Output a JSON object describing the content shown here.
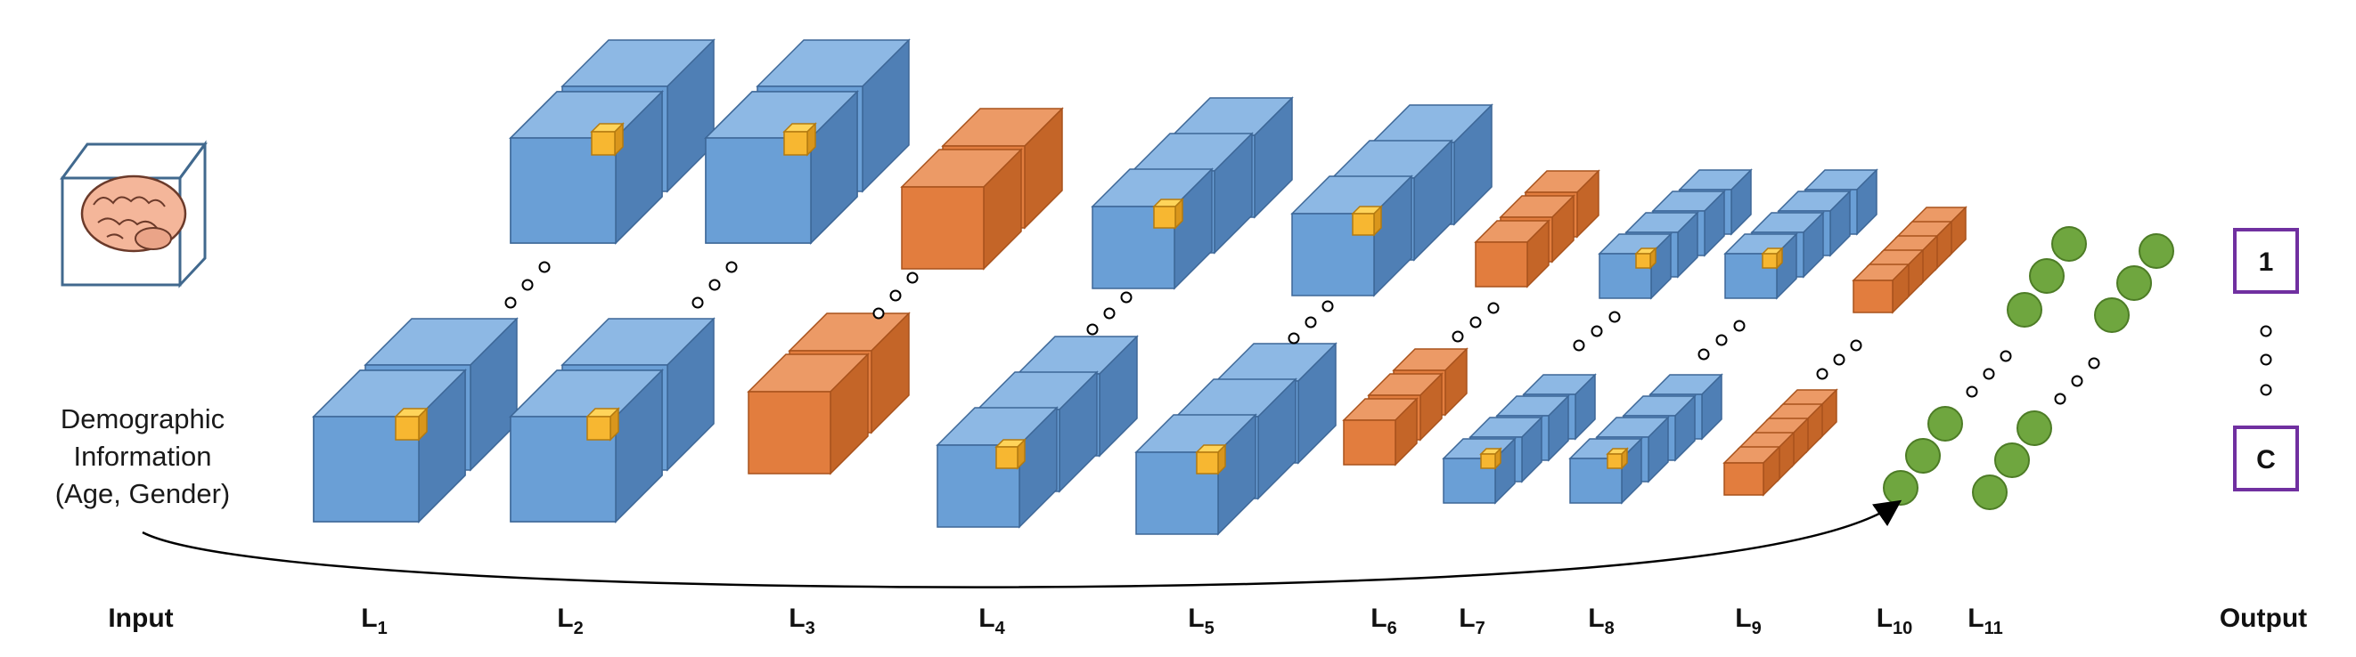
{
  "demographic": {
    "line1": "Demographic",
    "line2": "Information",
    "line3": "(Age, Gender)"
  },
  "layers": [
    {
      "id": "input",
      "main": "Input",
      "sub": ""
    },
    {
      "id": "L1",
      "main": "L",
      "sub": "1"
    },
    {
      "id": "L2",
      "main": "L",
      "sub": "2"
    },
    {
      "id": "L3",
      "main": "L",
      "sub": "3"
    },
    {
      "id": "L4",
      "main": "L",
      "sub": "4"
    },
    {
      "id": "L5",
      "main": "L",
      "sub": "5"
    },
    {
      "id": "L6",
      "main": "L",
      "sub": "6"
    },
    {
      "id": "L7",
      "main": "L",
      "sub": "7"
    },
    {
      "id": "L8",
      "main": "L",
      "sub": "8"
    },
    {
      "id": "L9",
      "main": "L",
      "sub": "9"
    },
    {
      "id": "L10",
      "main": "L",
      "sub": "10"
    },
    {
      "id": "L11",
      "main": "L",
      "sub": "11"
    },
    {
      "id": "output",
      "main": "Output",
      "sub": ""
    }
  ],
  "outputs": {
    "first": "1",
    "last": "C"
  },
  "colors": {
    "conv_front": "#6a9fd6",
    "conv_top": "#8db8e4",
    "conv_side": "#4f7fb5",
    "pool_front": "#e27d3e",
    "pool_top": "#ec9a66",
    "pool_side": "#c46528",
    "kernel": "#f7b731",
    "dense": "#6fa63f",
    "output_box": "#7030a0",
    "input_box": "#41698e"
  },
  "icons": {
    "input": "brain-in-cube-icon"
  }
}
